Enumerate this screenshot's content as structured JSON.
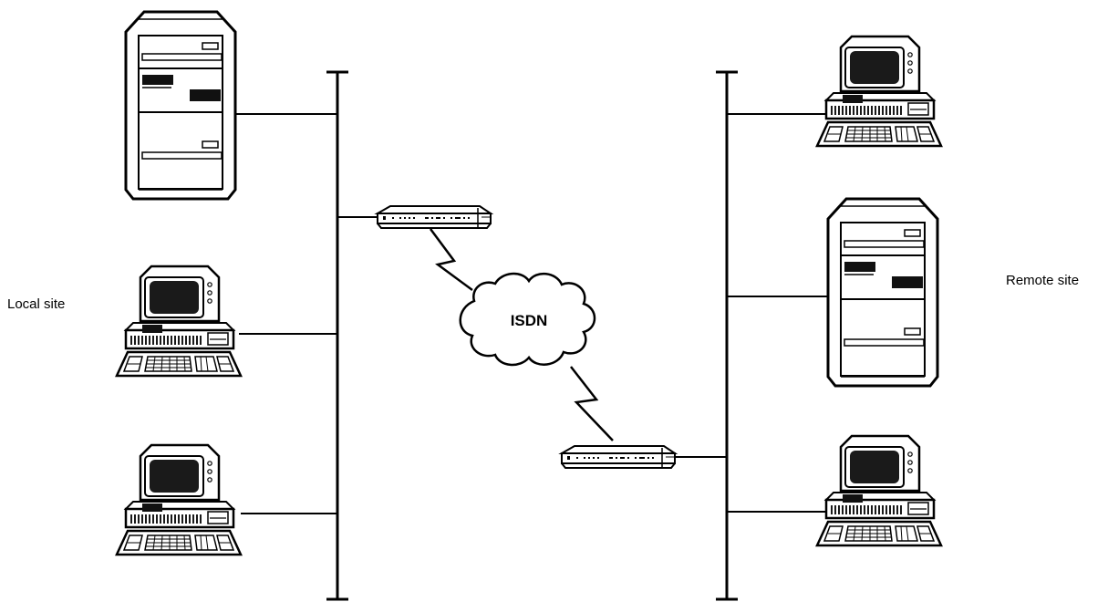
{
  "labels": {
    "local_site": "Local site",
    "remote_site": "Remote site",
    "cloud": "ISDN"
  },
  "colors": {
    "ink": "#000000",
    "paper": "#ffffff",
    "screen": "#1a1a1a"
  },
  "icons": {
    "server": "tower-server-icon",
    "workstation": "desktop-computer-icon",
    "router": "isdn-router-icon",
    "cloud": "isdn-cloud-icon"
  }
}
